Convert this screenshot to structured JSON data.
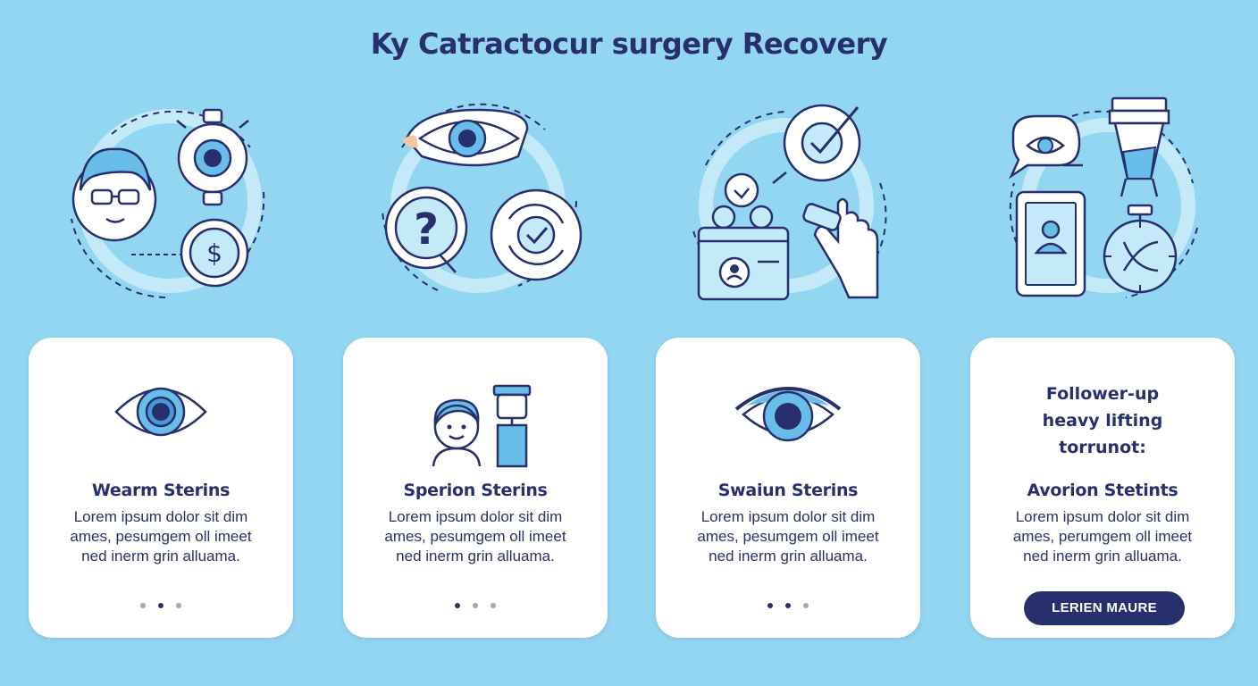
{
  "title": "Ky Catractocur surgery Recovery",
  "illustrations": [
    {
      "icons": [
        "person-with-glasses-icon",
        "eye-target-icon",
        "dollar-coin-icon"
      ]
    },
    {
      "icons": [
        "eye-icon",
        "question-mark-icon",
        "check-refresh-icon"
      ]
    },
    {
      "icons": [
        "clock-check-icon",
        "id-card-icon",
        "hand-pointer-icon"
      ]
    },
    {
      "icons": [
        "chat-eye-icon",
        "eye-drop-bottle-icon",
        "tablet-user-icon",
        "timer-icon"
      ]
    }
  ],
  "cards": [
    {
      "icon": "eye-icon",
      "heading": "Wearm Sterins",
      "body": [
        "Lorem ipsum dolor sit dim",
        "ames, pesumgem oll imeet",
        "ned inerm grin alluama."
      ],
      "active_dot": 1
    },
    {
      "icon": "people-icon",
      "heading": "Sperion Sterins",
      "body": [
        "Lorem ipsum dolor sit dim",
        "ames, pesumgem oll imeet",
        "ned inerm grin alluama."
      ],
      "active_dot": 0
    },
    {
      "icon": "eye-icon",
      "heading": "Swaiun Sterins",
      "body": [
        "Lorem ipsum dolor sit dim",
        "ames, pesumgem oll imeet",
        "ned inerm grin alluama."
      ],
      "active_dot": 0
    },
    {
      "followup": [
        "Follower-up",
        "heavy lifting",
        "torrunot:"
      ],
      "heading": "Avorion Stetints",
      "body": [
        "Lorem ipsum dolor sit dim",
        "ames, perumgem oll imeet",
        "ned inerm grin alluama."
      ],
      "button_label": "LERIEN MAURE"
    }
  ],
  "colors": {
    "background": "#93d6f1",
    "navy": "#27306c",
    "light_blue": "#68bde9",
    "card": "#ffffff"
  }
}
